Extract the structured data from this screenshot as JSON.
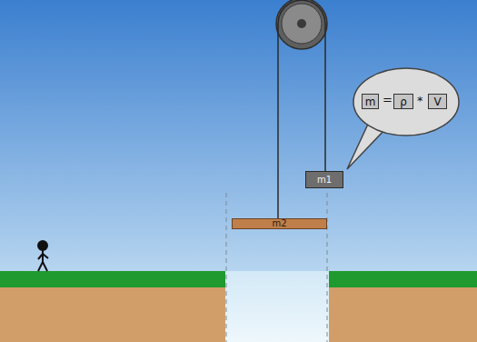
{
  "diagram": {
    "nodes": [
      {
        "text": [
          "=",
          "*"
        ]
      },
      {
        "text": [
          "m"
        ],
        "in": 0
      },
      {
        "text": [
          "ρ"
        ],
        "in": 0
      },
      {
        "text": [
          "V"
        ],
        "in": 0
      },
      {
        "text": [
          "m1"
        ]
      },
      {
        "text": [
          "m2"
        ]
      }
    ],
    "edges": [
      {
        "from": 5,
        "to": 4,
        "arrow": "none"
      }
    ]
  }
}
